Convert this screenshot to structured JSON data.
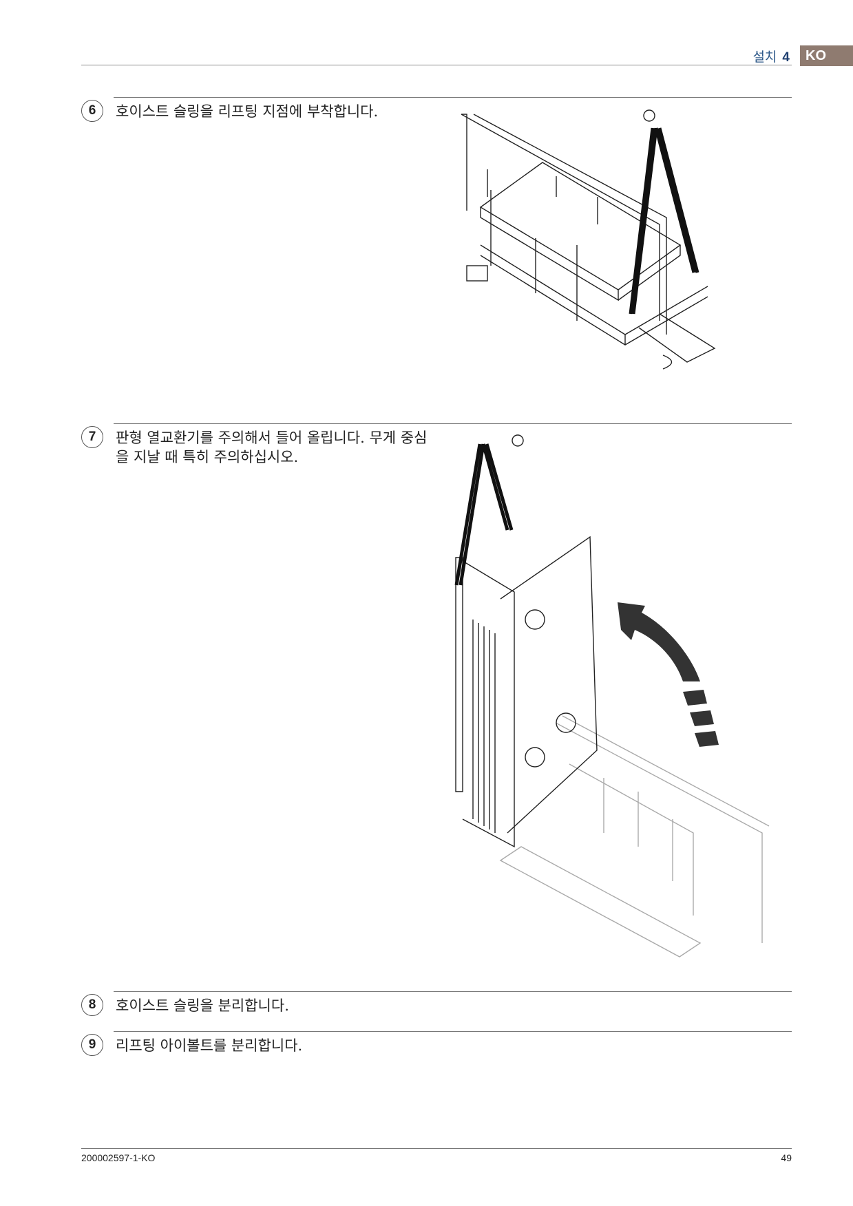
{
  "header": {
    "section": "설치",
    "chapter": "4",
    "language": "KO"
  },
  "steps": [
    {
      "number": "6",
      "text": "호이스트 슬링을 리프팅 지점에 부착합니다."
    },
    {
      "number": "7",
      "text": "판형 열교환기를 주의해서 들어 올립니다. 무게 중심을 지날 때 특히 주의하십시오."
    },
    {
      "number": "8",
      "text": "호이스트 슬링을 분리합니다."
    },
    {
      "number": "9",
      "text": "리프팅 아이볼트를 분리합니다."
    }
  ],
  "footer": {
    "doc_number": "200002597-1-KO",
    "page": "49"
  }
}
